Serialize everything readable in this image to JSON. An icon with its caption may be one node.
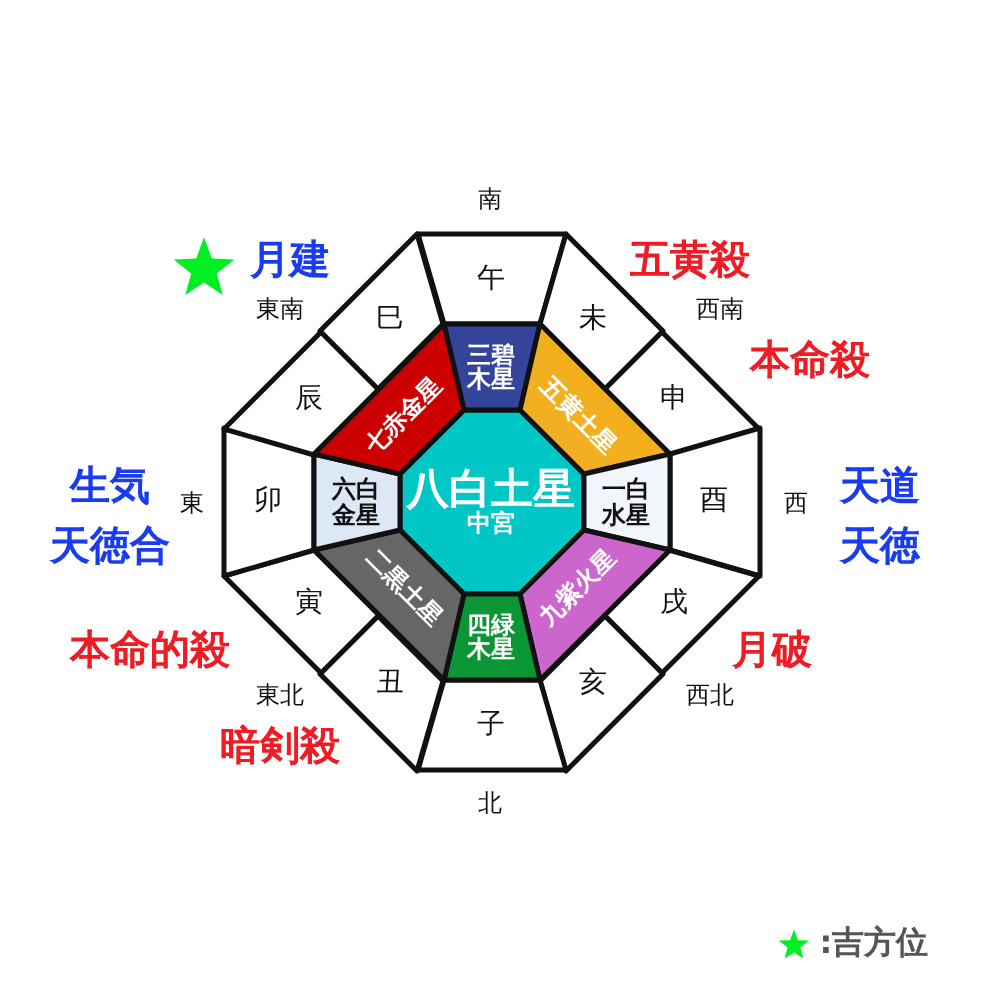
{
  "diagram": {
    "nodes": [
      {
        "text": [
          "八白土星",
          "中宮"
        ]
      },
      {
        "text": [
          "三碧木星"
        ]
      },
      {
        "text": [
          "五黄土星"
        ]
      },
      {
        "text": [
          "一白水星"
        ]
      },
      {
        "text": [
          "九紫火星"
        ]
      },
      {
        "text": [
          "四緑木星"
        ]
      },
      {
        "text": [
          "二黒土星"
        ]
      },
      {
        "text": [
          "六白金星"
        ]
      },
      {
        "text": [
          "七赤金星"
        ]
      },
      {
        "text": [
          "午"
        ]
      },
      {
        "text": [
          "未"
        ]
      },
      {
        "text": [
          "申"
        ]
      },
      {
        "text": [
          "酉"
        ]
      },
      {
        "text": [
          "戌"
        ]
      },
      {
        "text": [
          "亥"
        ]
      },
      {
        "text": [
          "子"
        ]
      },
      {
        "text": [
          "丑"
        ]
      },
      {
        "text": [
          "寅"
        ]
      },
      {
        "text": [
          "卯"
        ]
      },
      {
        "text": [
          "辰"
        ]
      },
      {
        "text": [
          "巳"
        ]
      }
    ],
    "labels": [
      "南",
      "月建",
      "五黄殺",
      "東南",
      "西南",
      "本命殺",
      "生気",
      "天道",
      "東",
      "西",
      "天徳合",
      "天徳",
      "本命的殺",
      "月破",
      "東北",
      "西北",
      "暗剣殺",
      "北"
    ],
    "legend": [
      {
        "text": ":吉方位"
      }
    ]
  }
}
